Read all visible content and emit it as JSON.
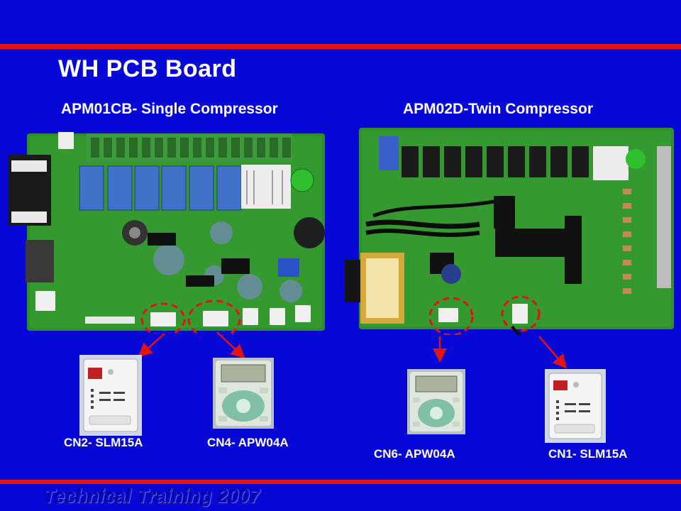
{
  "slide": {
    "title": "WH PCB Board",
    "left_board": {
      "heading": "APM01CB- Single Compressor",
      "connectors": [
        {
          "label": "CN2- SLM15A",
          "controller": "SLM15A"
        },
        {
          "label": "CN4- APW04A",
          "controller": "APW04A"
        }
      ]
    },
    "right_board": {
      "heading": "APM02D-Twin Compressor",
      "connectors": [
        {
          "label": "CN6- APW04A",
          "controller": "APW04A"
        },
        {
          "label": "CN1- SLM15A",
          "controller": "SLM15A"
        }
      ]
    },
    "footer": "Technical Training 2007",
    "colors": {
      "background": "#0707d6",
      "accent_rule": "#e01414",
      "text": "#ffffff",
      "pcb_green": "#2f8f2a"
    }
  }
}
